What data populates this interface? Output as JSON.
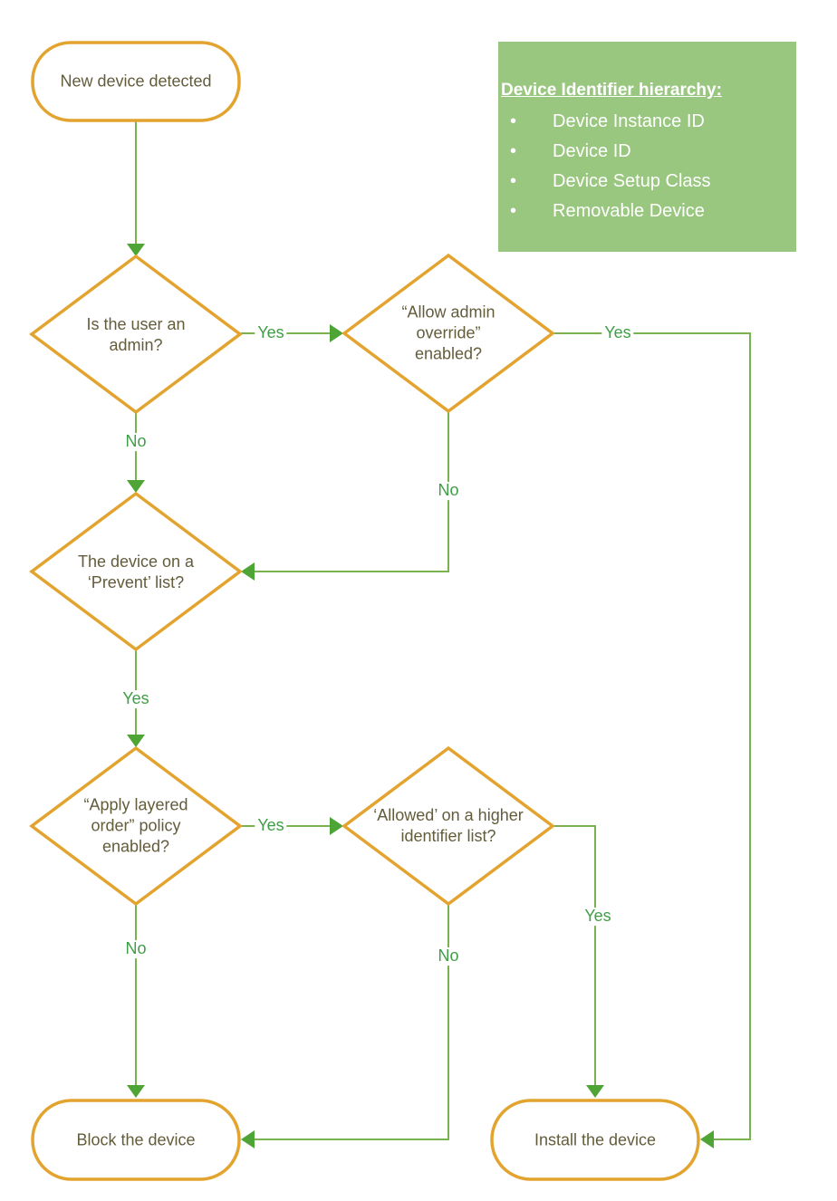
{
  "flowchart": {
    "nodes": {
      "start": {
        "label": "New device detected"
      },
      "is_admin": {
        "label": "Is the user an admin?"
      },
      "allow_override": {
        "label": "“Allow admin override” enabled?"
      },
      "prevent_list": {
        "label": "The device on a ‘Prevent’ list?"
      },
      "layered_order": {
        "label": "“Apply layered order” policy enabled?"
      },
      "higher_identifier": {
        "label": "‘Allowed’ on a higher identifier list?"
      },
      "block": {
        "label": "Block the device"
      },
      "install": {
        "label": "Install the device"
      }
    },
    "edge_labels": {
      "admin_yes": "Yes",
      "admin_no": "No",
      "override_yes": "Yes",
      "override_no": "No",
      "prevent_yes": "Yes",
      "layered_yes": "Yes",
      "layered_no": "No",
      "higher_yes": "Yes",
      "higher_no": "No"
    }
  },
  "legend": {
    "title": "Device Identifier hierarchy:",
    "items": [
      "Device Instance ID",
      "Device ID",
      "Device Setup Class",
      "Removable Device"
    ]
  },
  "colors": {
    "shape_stroke": "#E3A42F",
    "connector_line": "#78B34F",
    "arrowhead": "#4EA434",
    "edge_label_text": "#3F9E45",
    "node_text": "#635C3B",
    "legend_background": "#9AC77F",
    "legend_text": "#FFFFFF"
  }
}
